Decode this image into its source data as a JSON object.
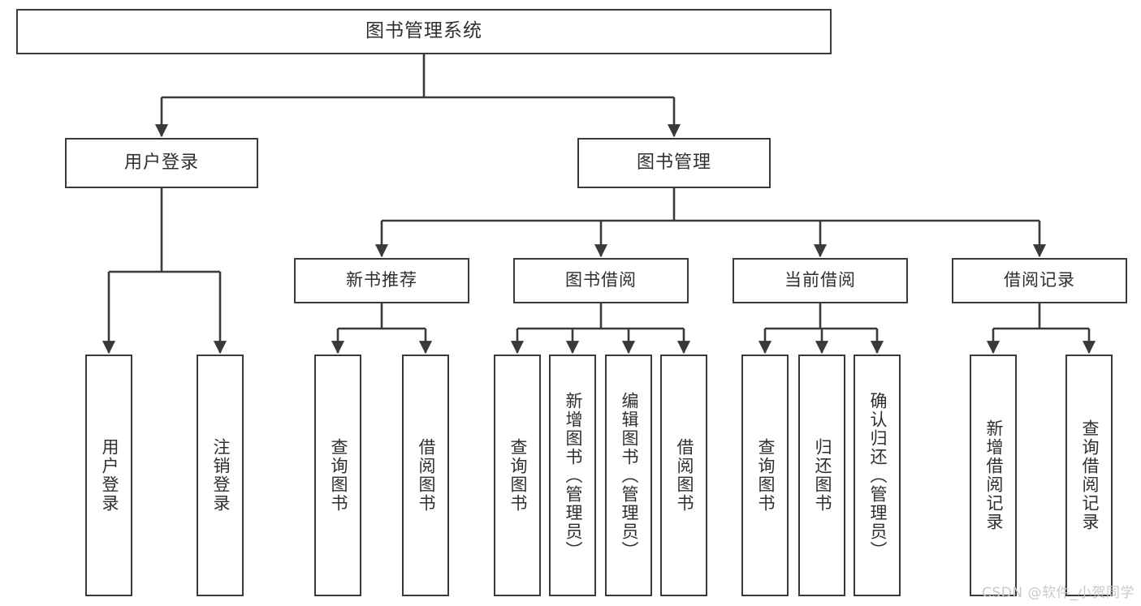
{
  "diagram": {
    "type": "tree",
    "title": "图书管理系统",
    "watermark": "CSDN @软件_小贺同学",
    "colors": {
      "border": "#3a3a3a",
      "fill": "#ffffff",
      "text": "#2f2f2f",
      "edge": "#3a3a3a",
      "watermark": "#c9c9c9"
    },
    "nodes": {
      "root": {
        "label": "图书管理系统"
      },
      "level1": [
        {
          "label": "用户登录"
        },
        {
          "label": "图书管理"
        }
      ],
      "level2": [
        {
          "label": "新书推荐"
        },
        {
          "label": "图书借阅"
        },
        {
          "label": "当前借阅"
        },
        {
          "label": "借阅记录"
        }
      ],
      "leaves": {
        "user_login": [
          {
            "label": "用户登录"
          },
          {
            "label": "注销登录"
          }
        ],
        "new_book": [
          {
            "label": "查询图书"
          },
          {
            "label": "借阅图书"
          }
        ],
        "book_borrow": [
          {
            "label": "查询图书"
          },
          {
            "label": "新增图书（管理员）"
          },
          {
            "label": "编辑图书（管理员）"
          },
          {
            "label": "借阅图书"
          }
        ],
        "current_borrow": [
          {
            "label": "查询图书"
          },
          {
            "label": "归还图书"
          },
          {
            "label": "确认归还（管理员）"
          }
        ],
        "borrow_record": [
          {
            "label": "新增借阅记录"
          },
          {
            "label": "查询借阅记录"
          }
        ]
      }
    }
  }
}
